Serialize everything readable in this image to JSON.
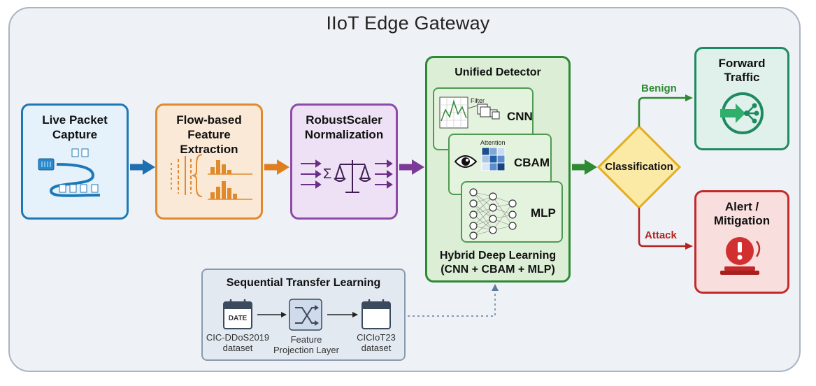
{
  "gateway": {
    "title": "IIoT Edge Gateway"
  },
  "capture": {
    "title_line1": "Live Packet",
    "title_line2": "Capture"
  },
  "flow": {
    "title_line1": "Flow-based",
    "title_line2": "Feature Extraction"
  },
  "scaler": {
    "title_line1": "RobustScaler",
    "title_line2": "Normalization",
    "sigma": "Σ"
  },
  "detector": {
    "title": "Unified Detector",
    "cnn_label": "CNN",
    "filter_label": "Filter",
    "cbam_label": "CBAM",
    "attention_label": "Attention",
    "mlp_label": "MLP",
    "footer_line1": "Hybrid Deep Learning",
    "footer_line2": "(CNN + CBAM + MLP)"
  },
  "classification": {
    "label": "Classification",
    "benign_label": "Benign",
    "attack_label": "Attack"
  },
  "forward": {
    "title_line1": "Forward",
    "title_line2": "Traffic"
  },
  "alert": {
    "title_line1": "Alert /",
    "title_line2": "Mitigation"
  },
  "transfer": {
    "title": "Sequential Transfer Learning",
    "date_icon_text": "DATE",
    "source_line1": "CIC-DDoS2019",
    "source_line2": "dataset",
    "projection_line1": "Feature",
    "projection_line2": "Projection Layer",
    "target_line1": "CICIoT23",
    "target_line2": "dataset"
  },
  "colors": {
    "capture": "#1e78b8",
    "flow": "#e08a2e",
    "scaler": "#8e4aa8",
    "detector": "#2e8a32",
    "forward": "#1f8a62",
    "alert": "#c22a2a",
    "diamond": "#f2c94c"
  }
}
